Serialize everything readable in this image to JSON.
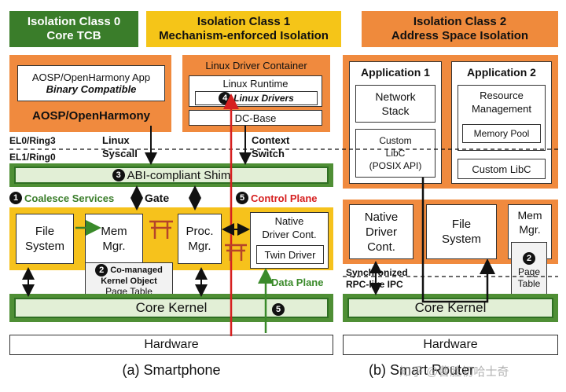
{
  "headers": {
    "class0": {
      "line1": "Isolation Class 0",
      "line2": "Core TCB"
    },
    "class1": {
      "line1": "Isolation Class 1",
      "line2": "Mechanism-enforced Isolation"
    },
    "class2": {
      "line1": "Isolation Class 2",
      "line2": "Address Space Isolation"
    }
  },
  "smartphone": {
    "app_title": "AOSP/OpenHarmony App",
    "app_subtitle": "Binary Compatible",
    "aosp_label": "AOSP/OpenHarmony",
    "driver_container": "Linux Driver Container",
    "linux_runtime": "Linux Runtime",
    "linux_drivers_num": "4",
    "linux_drivers": "Linux Drivers",
    "dc_base": "DC-Base",
    "el0": "EL0/Ring3",
    "el1": "EL1/Ring0",
    "linux_syscall_1": "Linux",
    "linux_syscall_2": "Syscall",
    "context_switch_1": "Context",
    "context_switch_2": "Switch",
    "shim_num": "3",
    "shim": "ABI-compliant Shim",
    "coalesce_num": "1",
    "coalesce": "Coalesce Services",
    "gate": "Gate",
    "control_num": "5",
    "control_plane": "Control Plane",
    "file_system_1": "File",
    "file_system_2": "System",
    "mem_mgr_1": "Mem",
    "mem_mgr_2": "Mgr.",
    "proc_mgr_1": "Proc.",
    "proc_mgr_2": "Mgr.",
    "native_driver_1": "Native",
    "native_driver_2": "Driver Cont.",
    "twin_driver": "Twin Driver",
    "comanaged_num": "2",
    "comanaged_1": "Co-managed",
    "comanaged_2": "Kernel Object",
    "page_table": "Page Table",
    "data_plane": "Data Plane",
    "data_num": "5",
    "core_kernel": "Core Kernel",
    "hardware": "Hardware",
    "caption": "(a) Smartphone"
  },
  "router": {
    "app1": "Application 1",
    "app2": "Application 2",
    "network_stack_1": "Network",
    "network_stack_2": "Stack",
    "resource_mgmt_1": "Resource",
    "resource_mgmt_2": "Management",
    "memory_pool": "Memory Pool",
    "custom_libc_1": "Custom",
    "custom_libc_2": "LibC",
    "custom_libc_3": "(POSIX API)",
    "custom_libc_app2": "Custom LibC",
    "native_driver_1": "Native",
    "native_driver_2": "Driver",
    "native_driver_3": "Cont.",
    "file_system_1": "File",
    "file_system_2": "System",
    "mem_mgr_1": "Mem",
    "mem_mgr_2": "Mgr.",
    "page_num": "2",
    "page_table_1": "Page",
    "page_table_2": "Table",
    "sync_rpc_1": "Synchronized",
    "sync_rpc_2": "RPC-like IPC",
    "core_kernel": "Core Kernel",
    "hardware": "Hardware",
    "caption": "(b) Smart Router",
    "watermark": "知乎 @曹胜初哈士奇"
  },
  "colors": {
    "green": "#3a7d2a",
    "yellow": "#f5c518",
    "orange": "#ef8a3c",
    "control_plane": "#d62020",
    "data_plane": "#3a8a2a"
  }
}
